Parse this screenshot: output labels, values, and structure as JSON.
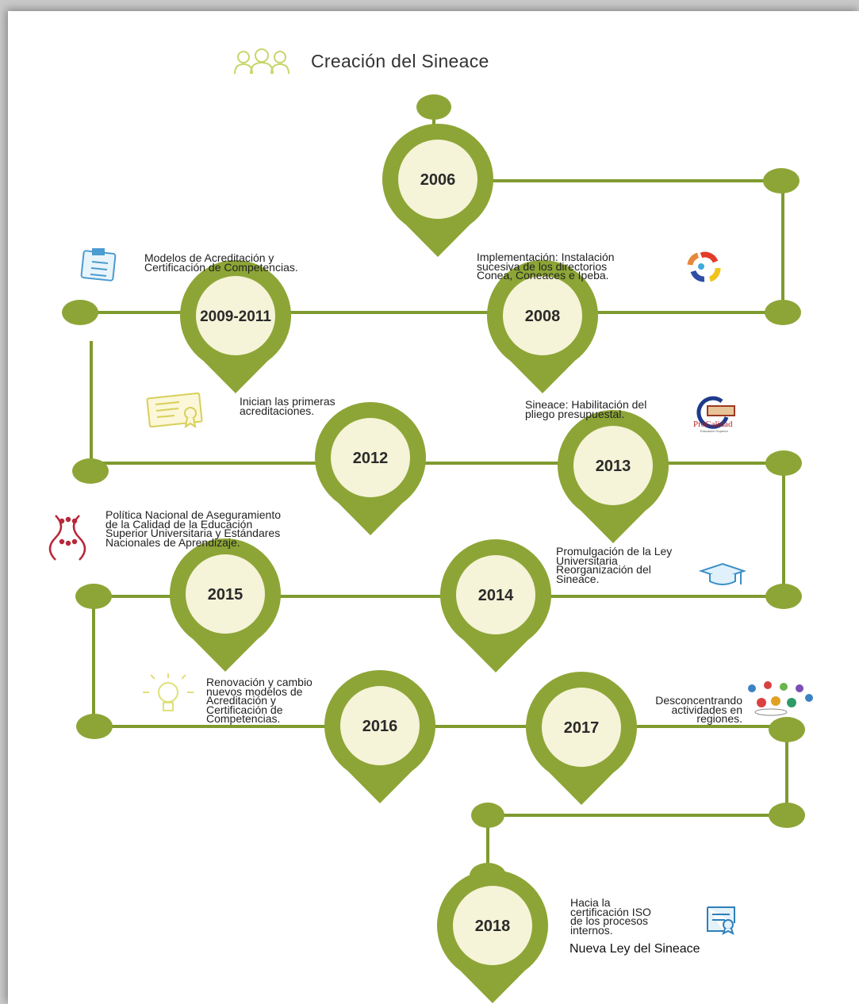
{
  "title": "Creación del Sineace",
  "colors": {
    "line": "#7f9a2f",
    "marker_fill": "#8da536",
    "marker_center": "#f5f3d8",
    "year_text": "#2a2a2a"
  },
  "icons": {
    "header": "people-group-icon",
    "e2009": "clipboard-checklist-icon",
    "e2008": "colorful-circle-logo-icon",
    "e2012": "certificate-icon",
    "e2013": "procalidad-logo-icon",
    "e2015": "network-people-icon",
    "e2014": "graduation-cap-icon",
    "e2016": "lightbulb-icon",
    "e2017": "regional-people-icon",
    "e2018": "iso-certificate-icon"
  },
  "milestones": [
    {
      "year": "2006"
    },
    {
      "year": "2008",
      "text": "Implementación: Instalación\nsucesiva de los directorios\nConea, Coneaces e Ipeba."
    },
    {
      "year": "2009-2011",
      "text": "Modelos de Acreditación y\nCertificación de Competencias."
    },
    {
      "year": "2012",
      "text": "Inician las primeras\nacreditaciones."
    },
    {
      "year": "2013",
      "text": "Sineace: Habilitación del\npliego presupuestal."
    },
    {
      "year": "2014",
      "text": "Promulgación de la Ley\nUniversitaria\nReorganización del\nSineace."
    },
    {
      "year": "2015",
      "text": "Política Nacional de Aseguramiento\nde la Calidad de la Educación\nSuperior Universitaria y Estándares\nNacionales de Aprendizaje."
    },
    {
      "year": "2016",
      "text": "Renovación y cambio\nnuevos modelos de\nAcreditación y\nCertificación de\nCompetencias."
    },
    {
      "year": "2017",
      "text": "Desconcentrando\nactividades en\nregiones."
    },
    {
      "year": "2018",
      "text": "Hacia la\ncertificación ISO\nde los procesos\ninternos.",
      "subtext": "Nueva Ley del Sineace"
    }
  ],
  "logo_procalidad": {
    "name": "ProCalidad",
    "tag": "Educación Superior"
  }
}
